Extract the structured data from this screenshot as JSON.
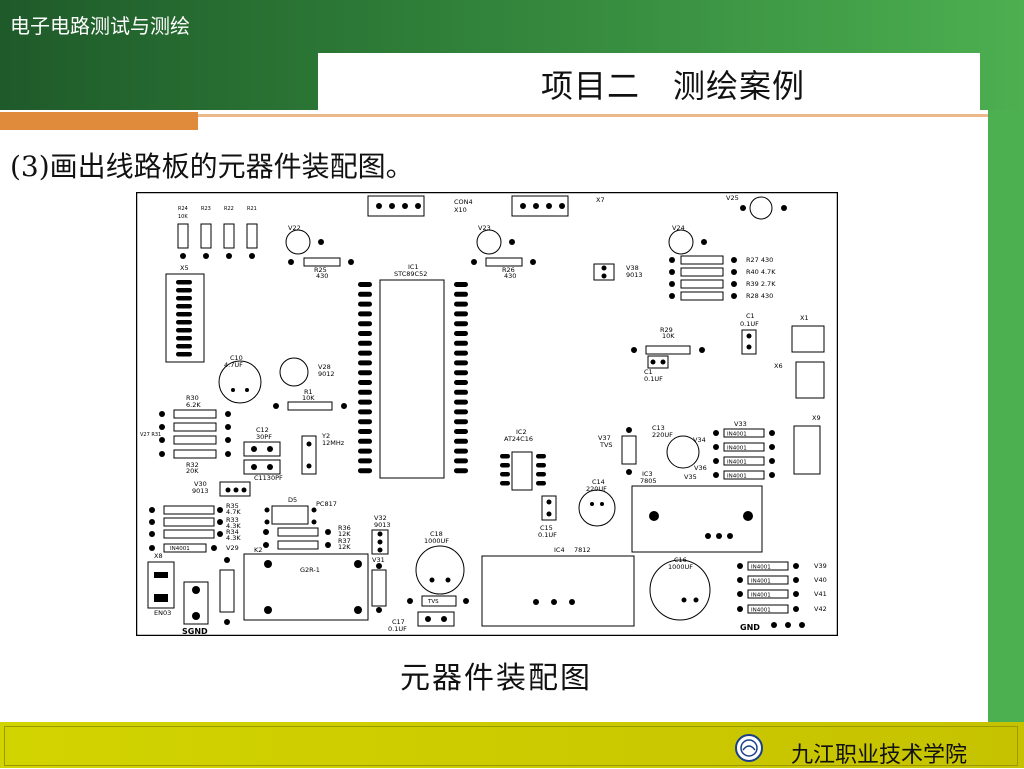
{
  "header": {
    "course_title": "电子电路测试与测绘",
    "slide_title": "项目二　测绘案例"
  },
  "content": {
    "subtitle": "(3)画出线路板的元器件装配图。",
    "caption": "元器件装配图"
  },
  "board": {
    "labels": {
      "con4": "CON4",
      "x10": "X10",
      "x7": "X7",
      "v25": "V25",
      "r24": "R24",
      "r23": "R23",
      "r22": "R22",
      "r21": "R21",
      "k10": "10K",
      "v22": "V22",
      "v23": "V23",
      "v24": "V24",
      "r25": "R25",
      "r26": "R26",
      "ohm430": "430",
      "ic1": "IC1",
      "stc": "STC89C52",
      "v38": "V38",
      "q9013": "9013",
      "r27": "R27 430",
      "r40": "R40 4.7K",
      "r39": "R39 2.7K",
      "r28": "R28 430",
      "x5": "X5",
      "c1a": "C1",
      "c1a_v": "0.1UF",
      "x1": "X1",
      "r29": "R29",
      "r29_v": "10K",
      "c1b": "C1",
      "c1b_v": "0.1UF",
      "x6": "X6",
      "c10": "C10",
      "c10_v": "4.7UF",
      "v28": "V28",
      "q9012": "9012",
      "r1": "R1",
      "r1_v": "10K",
      "r30": "R30",
      "r30_v": "6.2K",
      "v27": "V27 R31",
      "r32": "R32",
      "r32_v": "20K",
      "c12": "C12",
      "c12_v": "30PF",
      "y2": "Y2",
      "y2_v": "12MHz",
      "c11": "C1130PF",
      "ic2": "IC2",
      "ic2_v": "AT24C16",
      "v37": "V37",
      "tvs": "TVS",
      "c13": "C13",
      "c13_v": "220UF",
      "v34": "V34",
      "v33": "V33",
      "x9": "X9",
      "in4001": "IN4001",
      "v36": "V36",
      "v35": "V35",
      "ic3": "IC3",
      "ic3_v": "7805",
      "c14": "C14",
      "c14_v": "220UF",
      "v30": "V30",
      "v30_v": "9013",
      "d5": "D5",
      "pc817": "PC817",
      "r35": "R35",
      "r35_v": "4.7K",
      "r33": "R33",
      "r33_v": "4.3K",
      "r34": "R34",
      "r34_v": "4.3K",
      "v29": "V29",
      "r36": "R36",
      "r36_v": "12K",
      "r37": "R37",
      "r37_v": "12K",
      "v32": "V32",
      "v32_v": "9013",
      "c15": "C15",
      "c15_v": "0.1UF",
      "k2": "K2",
      "g2r": "G2R-1",
      "x8": "X8",
      "en03": "EN03",
      "sgnd": "SGND",
      "v31": "V31",
      "c18": "C18",
      "c18_v": "1000UF",
      "ic4": "IC4",
      "ic4_v": "7812",
      "c16": "C16",
      "c16_v": "1000UF",
      "v39": "V39",
      "v40": "V40",
      "v41": "V41",
      "v42": "V42",
      "c17": "C17",
      "c17_v": "0.1UF",
      "gnd": "GND"
    }
  },
  "footer": {
    "school": "九江职业技术学院"
  },
  "colors": {
    "header_green": "#2e7d38",
    "accent_orange": "#e08a3c",
    "footer_yellow": "#d2d400"
  }
}
